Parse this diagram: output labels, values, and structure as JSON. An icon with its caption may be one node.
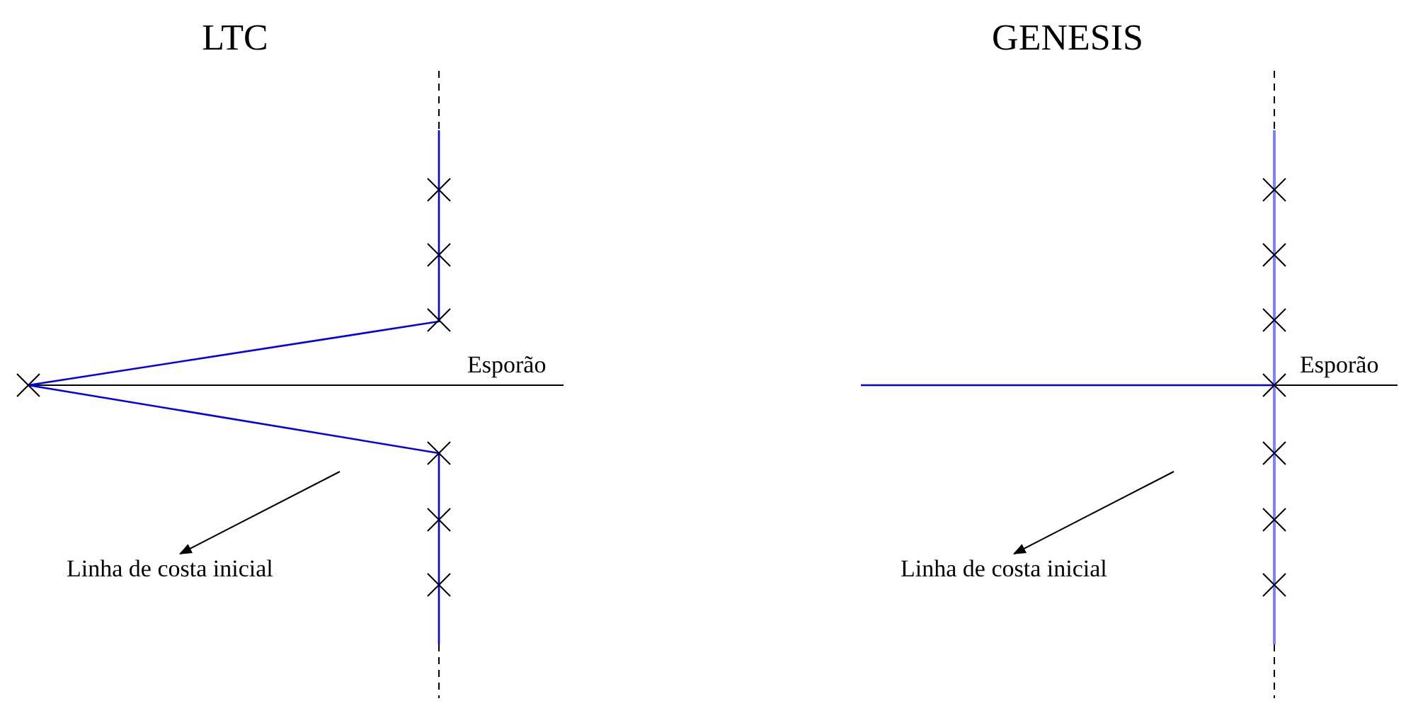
{
  "diagram": {
    "nodes": [
      {
        "text": [
          "Linha de costa inicial"
        ]
      },
      {
        "text": [
          "Linha de costa inicial"
        ]
      }
    ],
    "edges": [
      {
        "from": null,
        "to": 0,
        "arrow": "to"
      },
      {
        "from": null,
        "to": 1,
        "arrow": "to"
      }
    ],
    "labels": [
      "LTC",
      "GENESIS",
      "Esporão",
      "Esporão"
    ]
  }
}
